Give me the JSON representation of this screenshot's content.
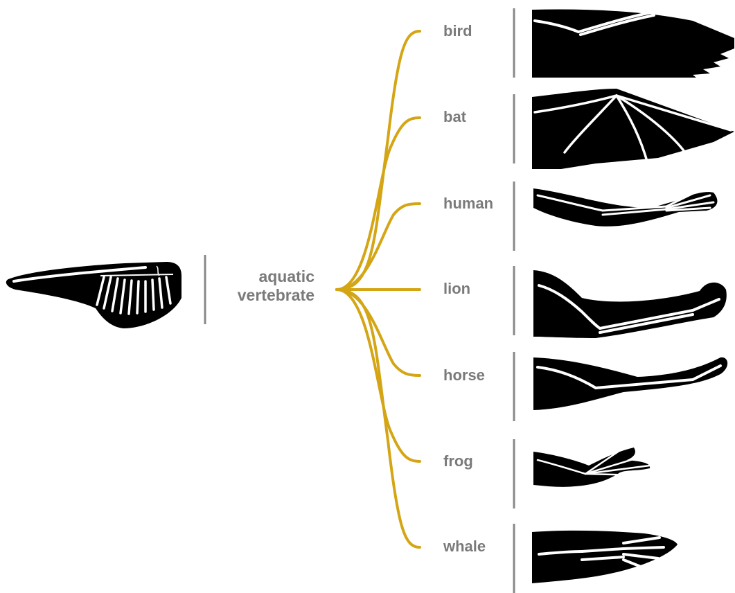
{
  "root": {
    "lines": [
      "aquatic",
      "vertebrate"
    ]
  },
  "leaves": [
    {
      "label": "bird"
    },
    {
      "label": "bat"
    },
    {
      "label": "human"
    },
    {
      "label": "lion"
    },
    {
      "label": "horse"
    },
    {
      "label": "frog"
    },
    {
      "label": "whale"
    }
  ],
  "colors": {
    "branch": "#d4a514",
    "label": "#7a7a7a",
    "divider": "#888888",
    "silhouette": "#000000",
    "bone": "#ffffff"
  }
}
